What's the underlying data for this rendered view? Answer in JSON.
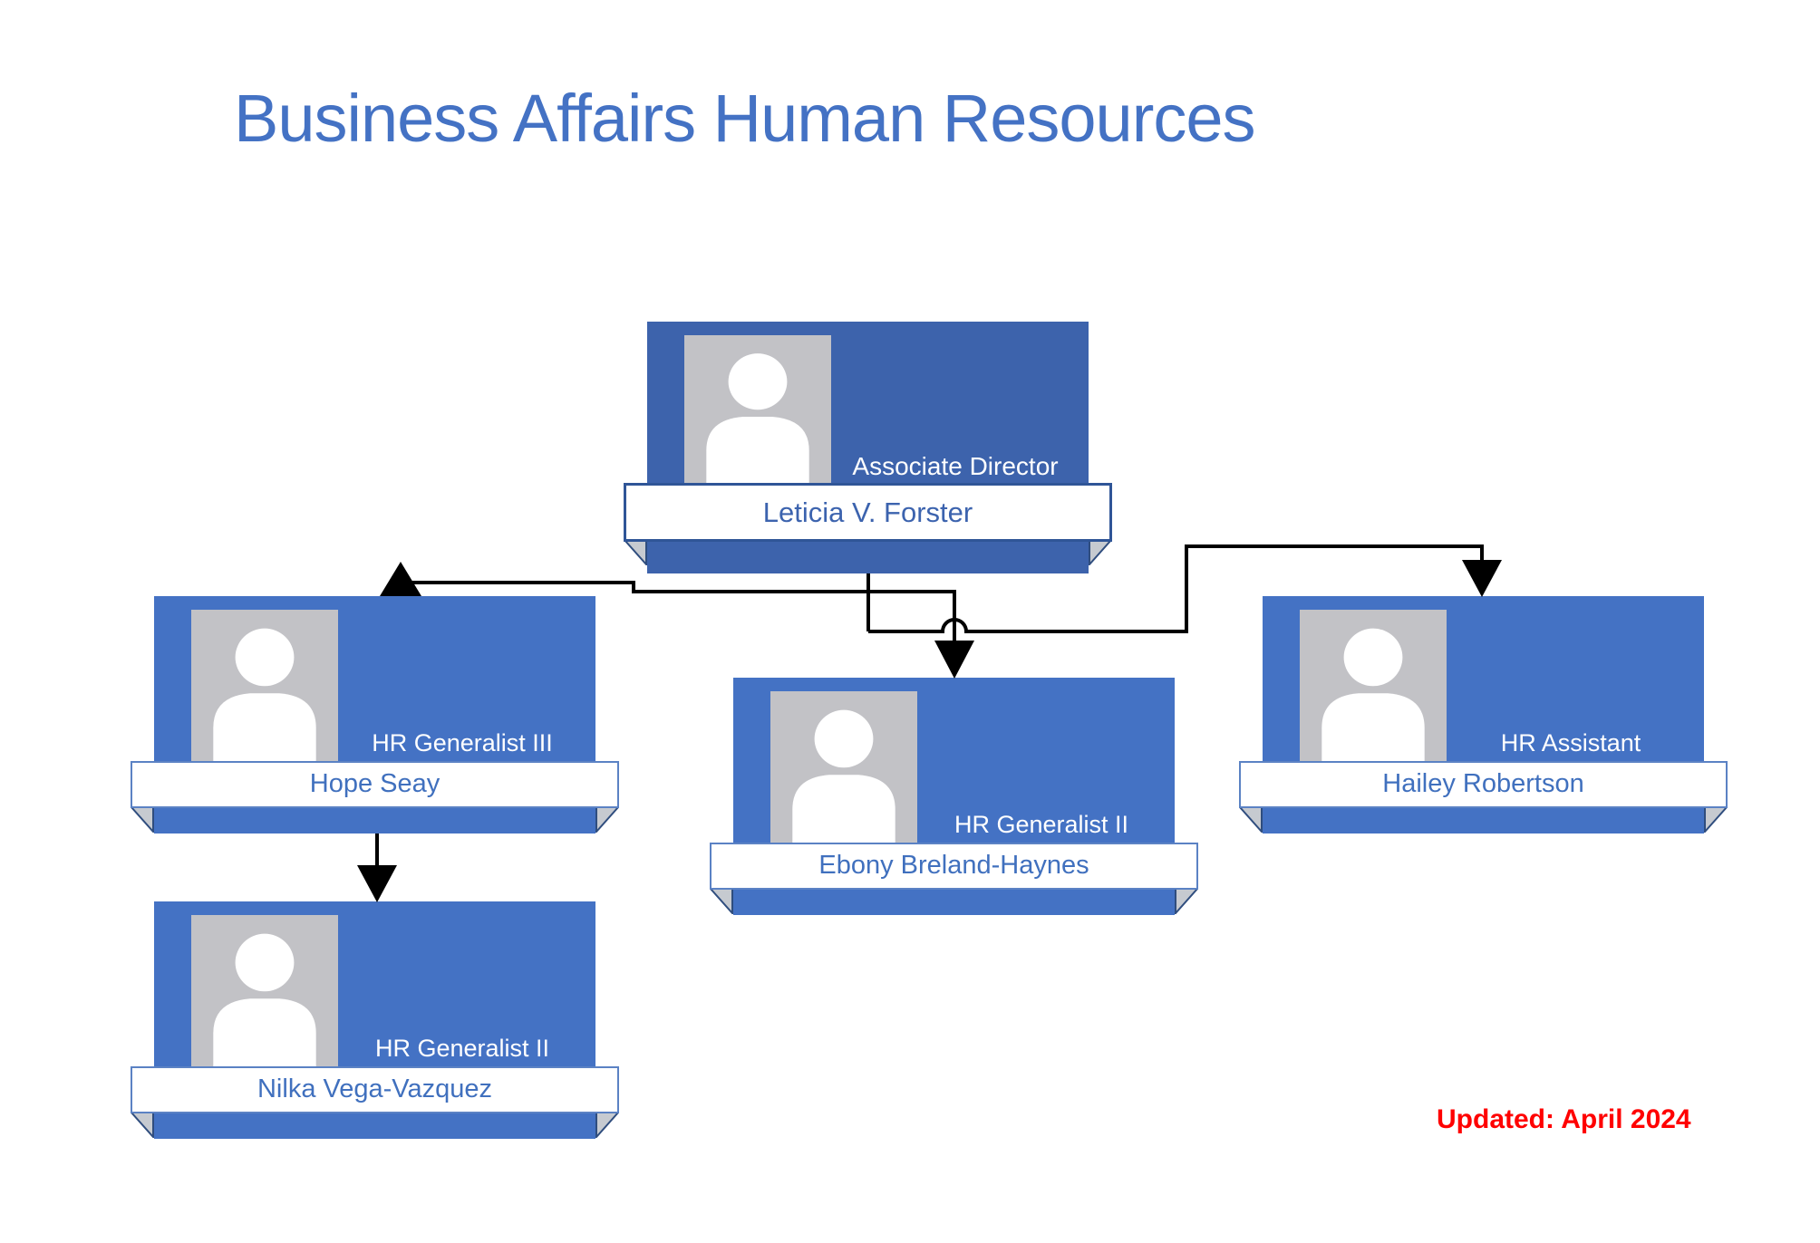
{
  "page": {
    "title": "Business Affairs Human Resources",
    "updated_note": "Updated: April 2024"
  },
  "colors": {
    "title_blue": "#4472C4",
    "box_blue": "#4472C4",
    "top_box_blue": "#3D63AC",
    "ribbon_text_blue": "#4070BE",
    "top_ribbon_text_blue": "#3C63AE",
    "ribbon_border_blue": "#5B82C4",
    "top_ribbon_border_blue": "#2F5597",
    "updated_red": "#FF0000",
    "connector_black": "#000000",
    "photo_gray": "#C2C2C6",
    "fold_fill": "#C6CAD0",
    "fold_edge": "#2F4D7E"
  },
  "org_chart": {
    "nodes": [
      {
        "id": "leticia-forster",
        "title": "Associate Director",
        "name": "Leticia V. Forster"
      },
      {
        "id": "hope-seay",
        "title": "HR Generalist III",
        "name": "Hope Seay"
      },
      {
        "id": "ebony-breland-haynes",
        "title": "HR Generalist II",
        "name": "Ebony Breland-Haynes"
      },
      {
        "id": "hailey-robertson",
        "title": "HR Assistant",
        "name": "Hailey Robertson"
      },
      {
        "id": "nilka-vega-vazquez",
        "title": "HR Generalist II",
        "name": "Nilka Vega-Vazquez"
      }
    ],
    "edges": [
      {
        "from": "leticia-forster",
        "to": "hope-seay"
      },
      {
        "from": "leticia-forster",
        "to": "ebony-breland-haynes"
      },
      {
        "from": "leticia-forster",
        "to": "hailey-robertson"
      },
      {
        "from": "hope-seay",
        "to": "nilka-vega-vazquez"
      }
    ]
  }
}
